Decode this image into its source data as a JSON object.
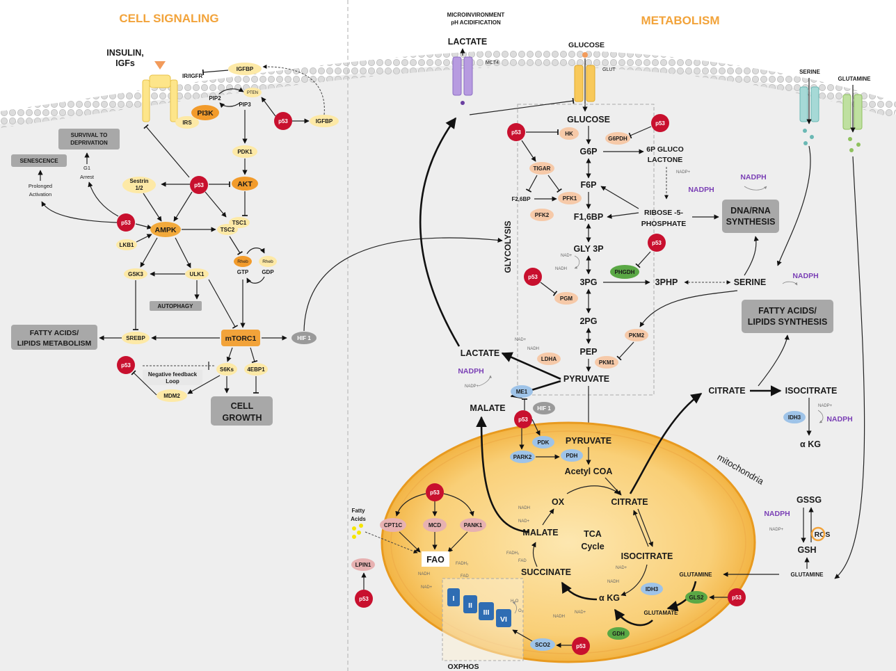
{
  "headers": {
    "signaling": "CELL SIGNALING",
    "metabolism": "METABOLISM"
  },
  "labels": {
    "insulin": "INSULIN,",
    "igfs": "IGFs",
    "ir_igfr": "IR/IGFR",
    "igfbp": "IGFBP",
    "pten": "PTEN",
    "pip2": "PIP2",
    "pip3": "PIP3",
    "pi3k": "PI3K",
    "irs": "IRS",
    "p53": "p53",
    "pdk1": "PDK1",
    "akt": "AKT",
    "sestrin": "Sestrin",
    "sestrin2": "1/2",
    "survival1": "SURVIVAL TO",
    "survival2": "DEPRIVATION",
    "senescence": "SENESCENCE",
    "g1": "G1",
    "arrest": "Arrest",
    "prolonged": "Prolonged",
    "activation": "Activation",
    "ampk": "AMPK",
    "lkb1": "LKB1",
    "tsc1": "TSC1",
    "tsc2": "TSC2",
    "rheb": "Rheb",
    "gtp": "GTP",
    "gdp": "GDP",
    "gsk3": "GSK3",
    "ulk1": "ULK1",
    "autophagy": "AUTOPHAGY",
    "fatty_lip_metab1": "FATTY ACIDS/",
    "fatty_lip_metab2": "LIPIDS METABOLISM",
    "srebp": "SREBP",
    "mtorc1": "mTORC1",
    "hif1": "HIF 1",
    "s6ks": "S6Ks",
    "ebp1": "4EBP1",
    "negfeedback1": "Negative feedback",
    "negfeedback2": "Loop",
    "mdm2": "MDM2",
    "cellgrowth1": "CELL",
    "cellgrowth2": "GROWTH",
    "microenv1": "MICROINVIRONMENT",
    "microenv2": "pH ACIDIFICATION",
    "lactate": "LACTATE",
    "mct4": "MCT4",
    "glucose": "GLUCOSE",
    "glut": "GLUT",
    "serine": "SERINE",
    "glutamine": "GLUTAMINE",
    "hk": "HK",
    "g6pdh": "G6PDH",
    "g6p": "G6P",
    "gluco6p1": "6P GLUCO",
    "gluco6p2": "LACTONE",
    "tigar": "TIGAR",
    "f6p": "F6P",
    "f26bp": "F2,6BP",
    "pfk1": "PFK1",
    "pfk2": "PFK2",
    "f16bp": "F1,6BP",
    "ribose1": "RIBOSE -5-",
    "ribose2": "PHOSPHATE",
    "nadph": "NADPH",
    "nadp": "NADP+",
    "nad": "NAD+",
    "nadh": "NADH",
    "dna1": "DNA/RNA",
    "dna2": "SYNTHESIS",
    "gly3p": "GLY 3P",
    "glycolysis": "GLYCOLYSIS",
    "phgdh": "PHGDH",
    "pg3": "3PG",
    "php3": "3PHP",
    "pgm": "PGM",
    "fatty_syn1": "FATTY ACIDS/",
    "fatty_syn2": "LIPIDS SYNTHESIS",
    "pg2": "2PG",
    "pkm2": "PKM2",
    "pep": "PEP",
    "pkm1": "PKM1",
    "ldha": "LDHA",
    "pyruvate": "PYRUVATE",
    "malate": "MALATE",
    "me1": "ME1",
    "citrate": "CITRATE",
    "isocitrate": "ISOCITRATE",
    "idh3": "IDH3",
    "akg": "α KG",
    "pdk": "PDK",
    "pdh": "PDH",
    "park2": "PARK2",
    "acetylcoa": "Acetyl COA",
    "mitochondria": "mitochondria",
    "ox": "OX",
    "tca1": "TCA",
    "tca2": "Cycle",
    "succinate": "SUCCINATE",
    "fadh2": "FADH₂",
    "fad": "FAD",
    "gssg": "GSSG",
    "gsh": "GSH",
    "ros": "ROS",
    "fatty_acids1": "Fatty",
    "fatty_acids2": "Acids",
    "cpt1c": "CPT1C",
    "mcd": "MCD",
    "pank1": "PANK1",
    "fao": "FAO",
    "lpin1": "LPIN1",
    "gls2": "GLS2",
    "glutamate": "GLUTAMATE",
    "gdh": "GDH",
    "sco2": "SCO2",
    "h2o": "H₂O",
    "o2": "O₂",
    "oxphos": "OXPHOS",
    "c1": "I",
    "c2": "II",
    "c3": "III",
    "c4": "VI"
  },
  "colors": {
    "header": "#f2a33a",
    "p53": "#c8102e",
    "enzyme_orange": "#f6c9a8",
    "yellow_node": "#fde9a6",
    "akt": "#f29b2b",
    "ampk": "#f2a93b",
    "blue_node": "#9ec3e8",
    "green_node": "#5aa845",
    "grey_box": "#a8a8a8",
    "mito": "#f5b540",
    "nadph": "#7a3fb5",
    "complex": "#2f6db3"
  }
}
